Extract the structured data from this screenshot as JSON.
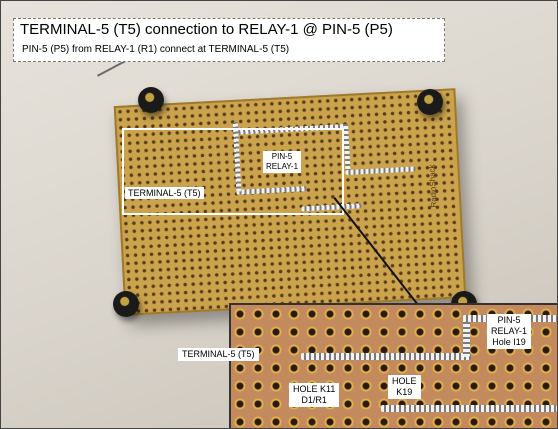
{
  "header": {
    "title": "TERMINAL-5 (T5) connection to RELAY-1 @ PIN-5 (P5)",
    "subtitle": "PIN-5 (P5) from RELAY-1 (R1) connect at TERMINAL-5 (T5)"
  },
  "board_labels": {
    "pin_label": "PIN-5",
    "relay_label": "RELAY-1",
    "terminal_label": "TERMINAL-5 (T5)",
    "board_brand": "RadioShack"
  },
  "inset_labels": {
    "pin_label": "PIN-5",
    "relay_label": "RELAY-1",
    "hole_i19": "Hole I19",
    "terminal_label": "TERMINAL-5 (T5)",
    "hole_k11": "HOLE K11",
    "d1_r1": "D1/R1",
    "hole": "HOLE",
    "k19": "K19"
  }
}
